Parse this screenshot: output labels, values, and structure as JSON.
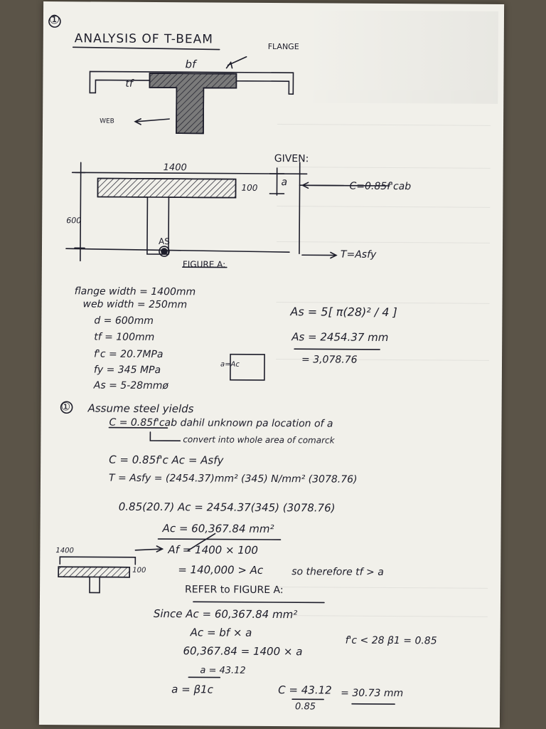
{
  "header": {
    "section_number": "①",
    "title": "ANALYSIS OF T-BEAM"
  },
  "fig1": {
    "flange": "FLANGE",
    "bf": "bf",
    "tf": "tf",
    "web": "WEB"
  },
  "figA": {
    "width": "1400",
    "thickness": "100",
    "depth": "600",
    "as_label": "AS",
    "caption": "FIGURE A:",
    "given": "GIVEN:",
    "a": "a",
    "compression": "C=0.85f'cab",
    "tension": "T=Asfy"
  },
  "givens": [
    "flange width = 1400mm",
    "web width = 250mm",
    "d = 600mm",
    "tf = 100mm",
    "f'c = 20.7MPa",
    "fy = 345 MPa",
    "As = 5-28mmø"
  ],
  "as_calc": {
    "line1": "As = 5[ π(28)² / 4 ]",
    "line2": "As = 2454.37 mm",
    "line3": "= 3,078.76",
    "box_label": "a=Ac"
  },
  "step1": {
    "number": "①",
    "title": "Assume steel yields",
    "line1": "C = 0.85f'cab  dahil unknown pa location of a",
    "line2": "convert into whole area of comarck",
    "line3": "C = 0.85f'c Ac = Asfy",
    "line4": "T = Asfy = (2454.37)mm² (345) N/mm²   (3078.76)",
    "line5": "0.85(20.7) Ac = 2454.37(345) (3078.76)",
    "line6": "Ac = 60,367.84 mm²"
  },
  "flange_check": {
    "width": "1400",
    "thickness": "100",
    "line1": "Af = 1400 × 100",
    "line2": "= 140,000 > Ac",
    "conclusion": "so therefore  tf > a",
    "line3": "REFER to FIGURE A:"
  },
  "final": {
    "line1": "Since   Ac = 60,367.84 mm²",
    "line2": "Ac = bf × a",
    "line3": "60,367.84 = 1400 × a",
    "line4": "a = 43.12",
    "line5": "a = β1c",
    "c_num": "C = 43.12",
    "c_den": "0.85",
    "c_result": "= 30.73 mm",
    "beta": "f'c < 28    β1 = 0.85"
  }
}
